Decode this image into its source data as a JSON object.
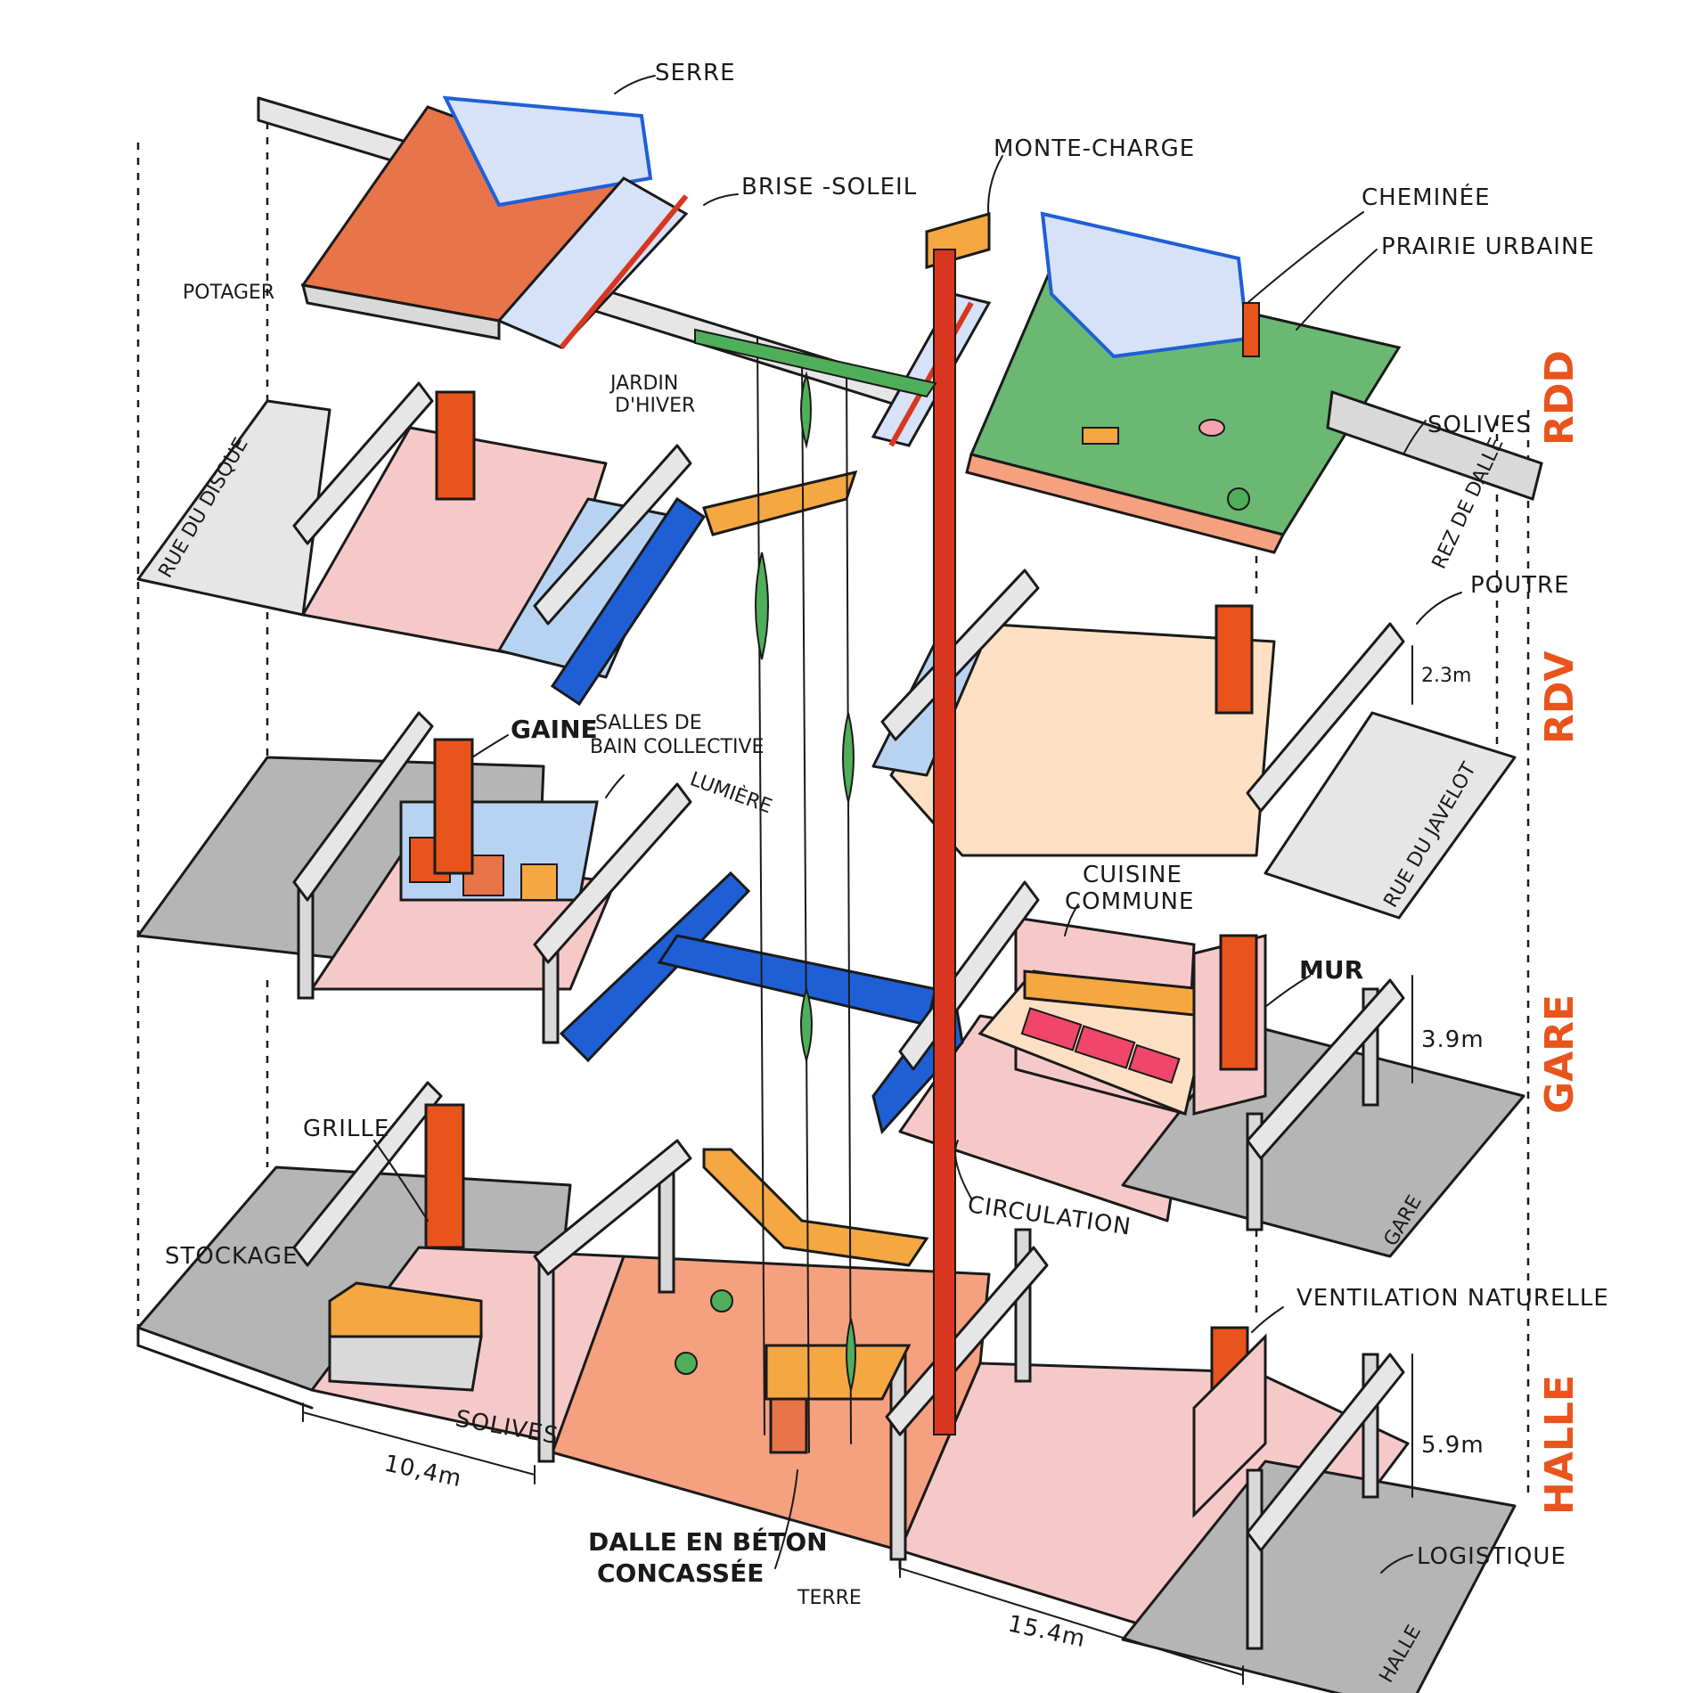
{
  "labels": {
    "serre": "SERRE",
    "brise_soleil": "BRISE -SOLEIL",
    "monte_charge": "MONTE-CHARGE",
    "cheminee": "CHEMINÉE",
    "prairie_urbaine": "PRAIRIE URBAINE",
    "potager": "POTAGER",
    "jardin_hiver_1": "JARDIN",
    "jardin_hiver_2": "D'HIVER",
    "solives_top": "SOLIVES",
    "rez_de_dalle": "REZ DE DALLE",
    "rue_du_disque": "RUE DU DISQUE",
    "poutre": "POUTRE",
    "h_rdv": "2.3m",
    "gaine": "GAINE",
    "salles_1": "SALLES DE",
    "salles_2": "BAIN COLLECTIVE",
    "lumiere": "LUMIÈRE",
    "rue_du_javelot": "RUE DU JAVELOT",
    "cuisine_1": "CUISINE",
    "cuisine_2": "COMMUNE",
    "mur": "MUR",
    "h_gare": "3.9m",
    "grille": "GRILLE",
    "circulation": "CIRCULATION",
    "gare_street": "GARE",
    "stockage": "STOCKAGE",
    "ventilation": "VENTILATION NATURELLE",
    "solives_bottom": "SOLIVES",
    "h_halle": "5.9m",
    "dim_left": "10,4m",
    "dalle_1": "DALLE EN BÉTON",
    "dalle_2": "CONCASSÉE",
    "terre": "TERRE",
    "logistique": "LOGISTIQUE",
    "dim_right": "15.4m",
    "halle_street": "HALLE"
  },
  "levels": {
    "rdd": "RDD",
    "rdv": "RDV",
    "gare": "GARE",
    "halle": "HALLE"
  },
  "colors": {
    "level_text": "#e8541c",
    "potager": "#e8744a",
    "prairie": "#6bb873",
    "glass": "#d6e2f7",
    "blue_walk": "#1f5fd6",
    "light_blue": "#b8d3f2",
    "pink_floor": "#f6c9c9",
    "peach_floor": "#fde0c3",
    "salmon_floor": "#f5a07f",
    "grey_slab": "#b5b5b5",
    "orange_stair": "#f5a742",
    "chimney_red": "#d9361f",
    "duct_orange": "#e8541c"
  }
}
